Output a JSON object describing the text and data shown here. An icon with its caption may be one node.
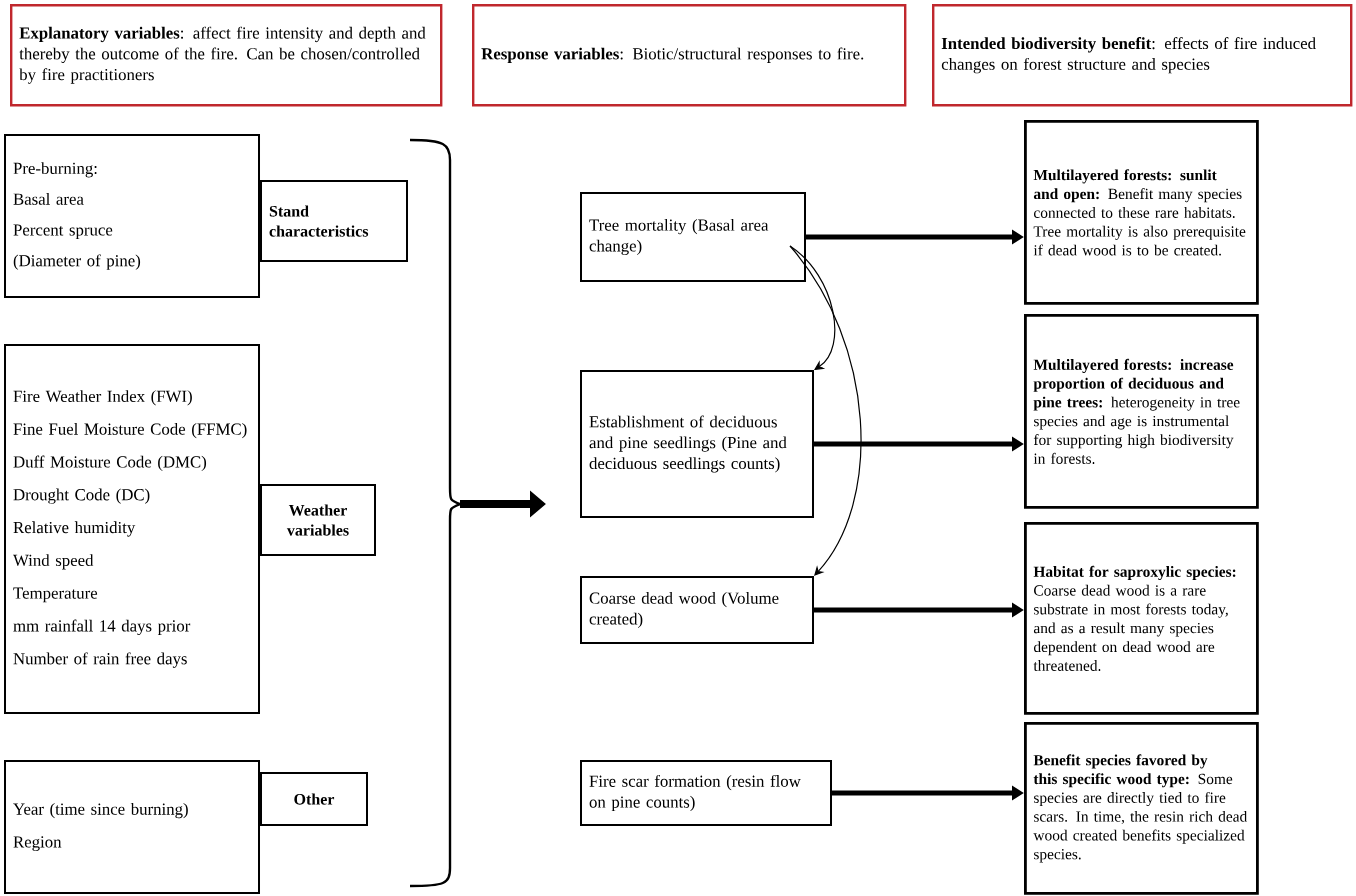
{
  "diagram": {
    "nodes": [
      {
        "text": [
          "**Explanatory variables**: affect fire intensity and depth and thereby the outcome of the fire. Can be chosen/controlled by fire practitioners"
        ]
      },
      {
        "text": [
          "**Response variables**: Biotic/structural responses to fire."
        ]
      },
      {
        "text": [
          "**Intended biodiversity benefit**: effects of fire induced changes on forest structure and species"
        ]
      },
      {
        "text": [
          "Pre-burning:",
          "Basal area",
          "Percent spruce",
          "(Diameter of pine)"
        ]
      },
      {
        "text": [
          "Stand characteristics"
        ]
      },
      {
        "text": [
          "Fire Weather Index  (FWI)",
          "Fine Fuel Moisture Code (FFMC)",
          "Duff Moisture Code (DMC)",
          "Drought Code (DC)",
          "Relative humidity",
          "Wind speed",
          "Temperature",
          "mm rainfall 14 days prior",
          "Number of rain free days"
        ]
      },
      {
        "text": [
          "Weather variables"
        ]
      },
      {
        "text": [
          "Year (time since burning)",
          "Region"
        ]
      },
      {
        "text": [
          "Other"
        ]
      },
      {
        "text": [
          "Tree mortality (Basal area change)"
        ]
      },
      {
        "text": [
          "Establishment of deciduous and pine seedlings (Pine and deciduous seedlings counts)"
        ]
      },
      {
        "text": [
          "Coarse dead wood (Volume created)"
        ]
      },
      {
        "text": [
          "Fire scar formation (resin flow on pine counts)"
        ]
      },
      {
        "text": [
          "**Multilayered forests: sunlit and open:** Benefit many species connected to these rare habitats. Tree mortality is also prerequisite if dead wood is to be created."
        ]
      },
      {
        "text": [
          "**Multilayered forests: increase proportion of deciduous and pine trees:** heterogeneity in tree species and age is instrumental for supporting high biodiversity in forests."
        ]
      },
      {
        "text": [
          "**Habitat for saproxylic species:** Coarse dead wood is a rare substrate in most forests today, and as a result many species dependent on dead wood are threatened."
        ]
      },
      {
        "text": [
          "**Benefit species favored by this specific wood type:** Some species are directly tied to fire scars. In time, the resin rich dead wood created benefits specialized species."
        ]
      }
    ],
    "edges": [
      {
        "from": 9,
        "to": 13,
        "arrow": "to"
      },
      {
        "from": 10,
        "to": 14,
        "arrow": "to"
      },
      {
        "from": 11,
        "to": 15,
        "arrow": "to"
      },
      {
        "from": 12,
        "to": 16,
        "arrow": "to"
      },
      {
        "from": 9,
        "to": 10,
        "arrow": "to"
      },
      {
        "from": 9,
        "to": 11,
        "arrow": "to"
      }
    ]
  }
}
